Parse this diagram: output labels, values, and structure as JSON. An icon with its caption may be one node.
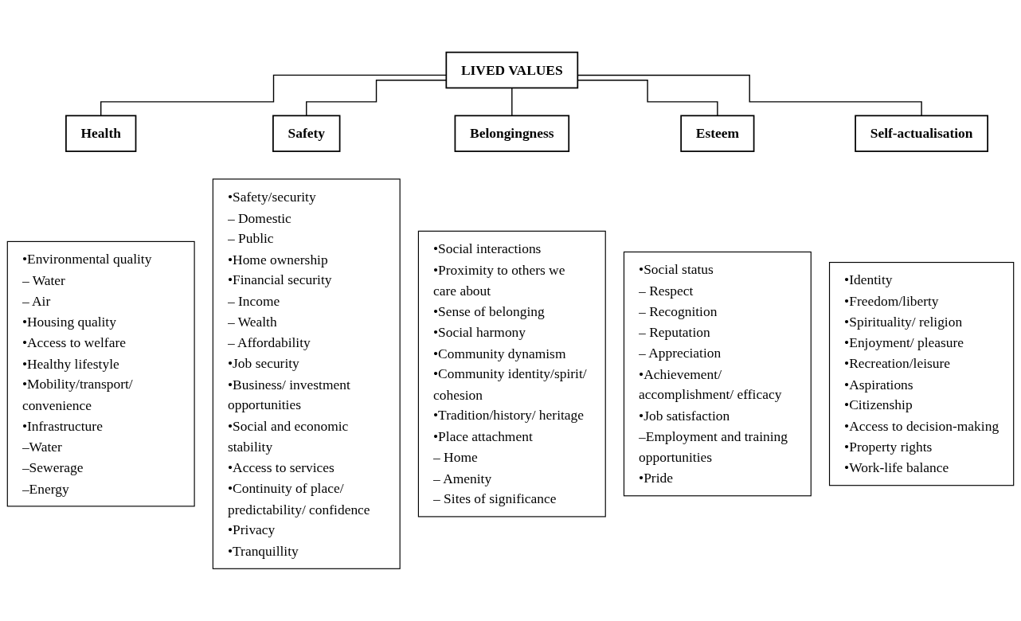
{
  "diagram": {
    "nodes": [
      {
        "text": [
          "LIVED VALUES"
        ]
      },
      {
        "text": [
          "Health"
        ]
      },
      {
        "text": [
          "Safety"
        ]
      },
      {
        "text": [
          "Belongingness"
        ]
      },
      {
        "text": [
          "Esteem"
        ]
      },
      {
        "text": [
          "Self-actualisation"
        ]
      },
      {
        "text": [
          "•Environmental quality",
          "– Water",
          "– Air",
          "•Housing quality",
          "•Access to welfare",
          "•Healthy lifestyle",
          "•Mobility/transport/ convenience",
          "•Infrastructure",
          "–Water",
          "–Sewerage",
          "–Energy"
        ]
      },
      {
        "text": [
          "•Safety/security",
          "– Domestic",
          "– Public",
          "•Home ownership",
          "•Financial security",
          "– Income",
          "– Wealth",
          "– Affordability",
          "•Job security",
          "•Business/ investment opportunities",
          "•Social and economic stability",
          "•Access to services",
          "•Continuity of place/ predictability/ confidence",
          "•Privacy",
          "•Tranquillity"
        ]
      },
      {
        "text": [
          "•Social interactions",
          "•Proximity to others we care about",
          "•Sense of belonging",
          "•Social harmony",
          "•Community dynamism",
          "•Community identity/spirit/ cohesion",
          "•Tradition/history/ heritage",
          "•Place attachment",
          "– Home",
          "– Amenity",
          "– Sites of significance"
        ]
      },
      {
        "text": [
          "•Social status",
          "– Respect",
          "– Recognition",
          "– Reputation",
          "– Appreciation",
          "•Achievement/ accomplishment/ efficacy",
          "•Job satisfaction",
          "–Employment and training opportunities",
          "•Pride"
        ]
      },
      {
        "text": [
          "•Identity",
          "•Freedom/liberty",
          "•Spirituality/ religion",
          "•Enjoyment/ pleasure",
          "•Recreation/leisure",
          "•Aspirations",
          "•Citizenship",
          "•Access to decision-making",
          "•Property rights",
          "•Work-life balance"
        ]
      }
    ],
    "edges": [
      {
        "from": 0,
        "to": 1,
        "arrow": "none"
      },
      {
        "from": 0,
        "to": 2,
        "arrow": "none"
      },
      {
        "from": 0,
        "to": 3,
        "arrow": "none"
      },
      {
        "from": 0,
        "to": 4,
        "arrow": "none"
      },
      {
        "from": 0,
        "to": 5,
        "arrow": "none"
      }
    ]
  }
}
